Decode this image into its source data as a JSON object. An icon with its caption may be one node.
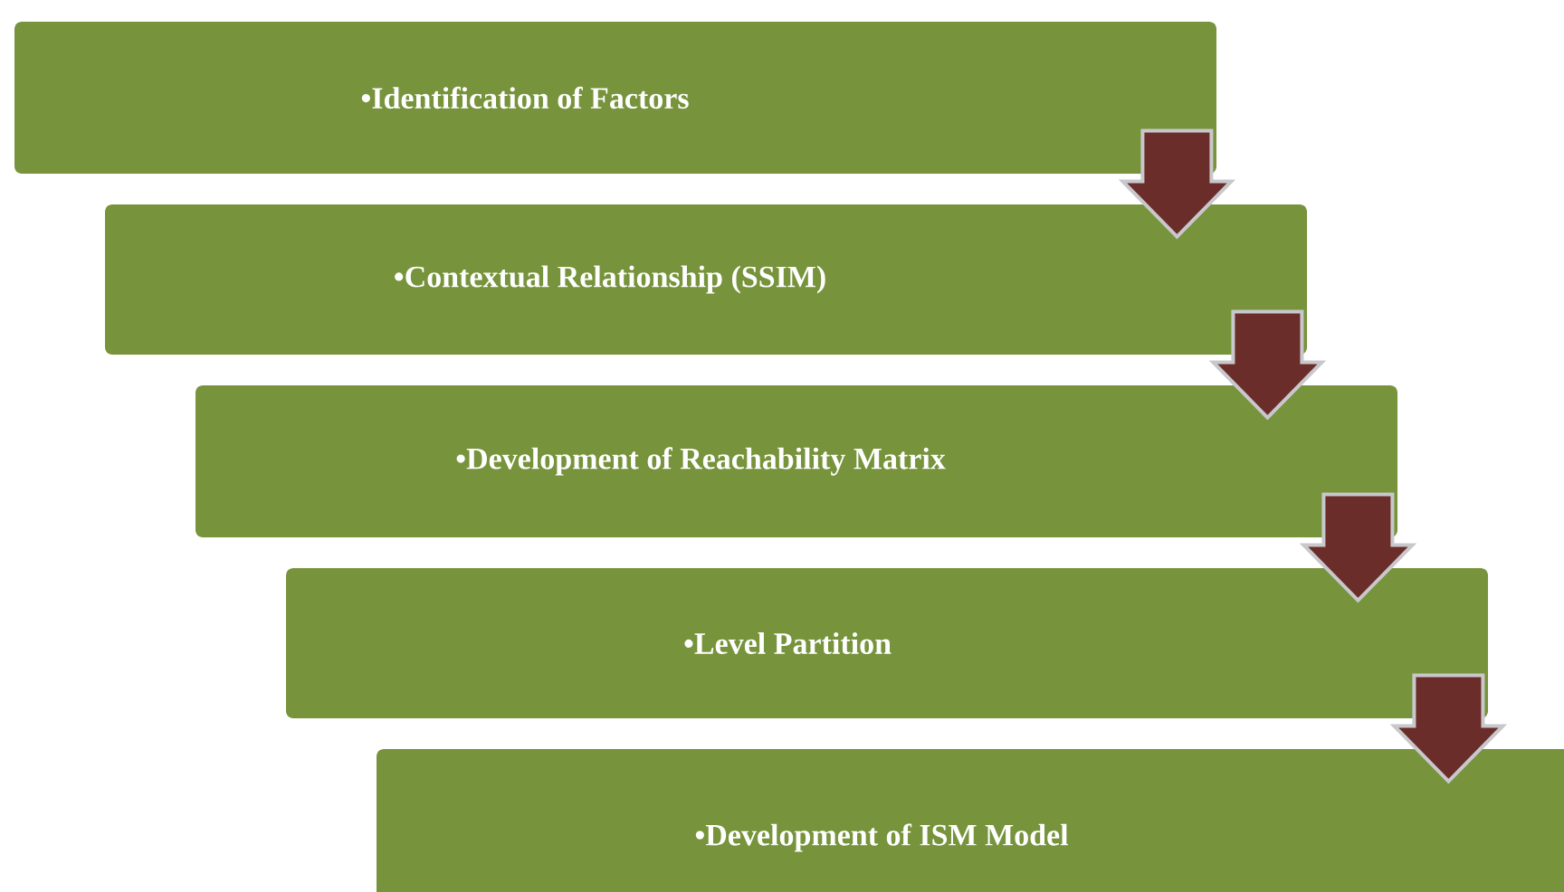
{
  "diagram": {
    "nodes": [
      {
        "text": [
          "•Identification of Factors"
        ]
      },
      {
        "text": [
          "•Contextual Relationship (SSIM)"
        ]
      },
      {
        "text": [
          "•Development of Reachability Matrix"
        ]
      },
      {
        "text": [
          "•Level Partition"
        ]
      },
      {
        "text": [
          "•Development of ISM Model"
        ]
      }
    ],
    "edges": [
      {
        "from": 0,
        "to": 1,
        "arrow": "to"
      },
      {
        "from": 1,
        "to": 2,
        "arrow": "to"
      },
      {
        "from": 2,
        "to": 3,
        "arrow": "to"
      },
      {
        "from": 3,
        "to": 4,
        "arrow": "to"
      }
    ]
  }
}
